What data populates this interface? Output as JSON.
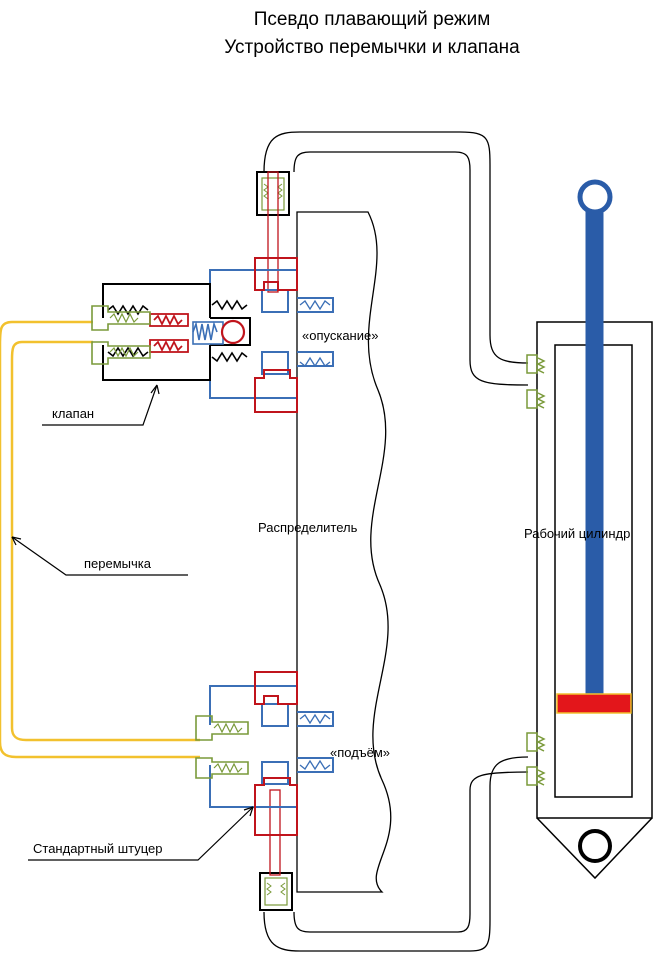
{
  "title": {
    "line1": "Псевдо плавающий режим",
    "line2": "Устройство перемычки и клапана"
  },
  "labels": {
    "lowering": "«опускание»",
    "raising": "«подъём»",
    "distributor": "Распределитель",
    "cylinder": "Рабочий цилиндр",
    "valve": "клапан",
    "jumper": "перемычка",
    "fitting": "Стандартный штуцер"
  },
  "colors": {
    "hose": "#000000",
    "jumper": "#f2c12e",
    "distributor_port": "#3b6fb6",
    "fitting": "#c0141c",
    "fitting_nut": "#7a9a3a",
    "rod": "#2a5ca8",
    "piston": "#e3161b"
  }
}
